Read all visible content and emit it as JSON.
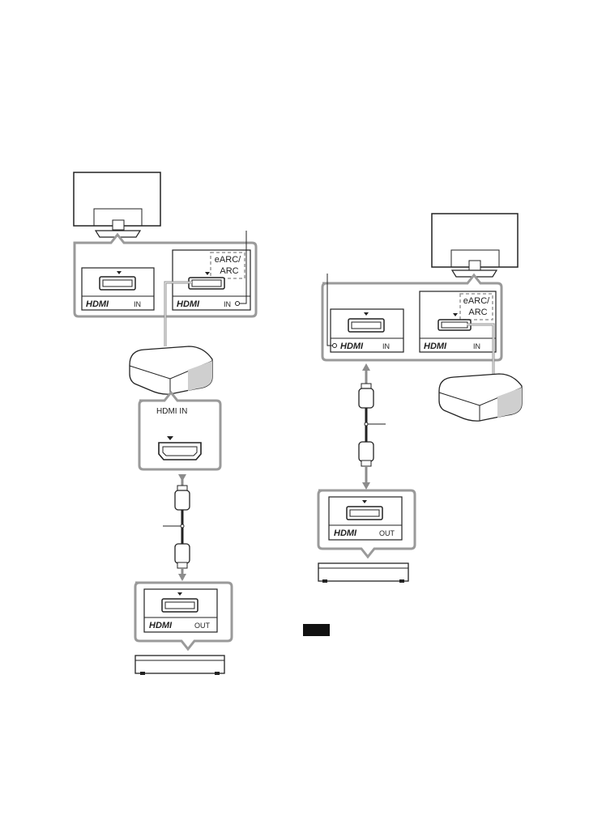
{
  "labels": {
    "hdmi_logo": "HDMI",
    "port_in": "IN",
    "port_out": "OUT",
    "earc_line1": "eARC/",
    "earc_line2": "ARC",
    "streamer_input": "HDMI IN"
  },
  "colors": {
    "line": "#222222",
    "frame": "#9a9a9a",
    "frame_fill": "#ffffff",
    "screen": "#ffffff",
    "cable_gray": "#8c8c8c",
    "note_badge": "#111111"
  }
}
